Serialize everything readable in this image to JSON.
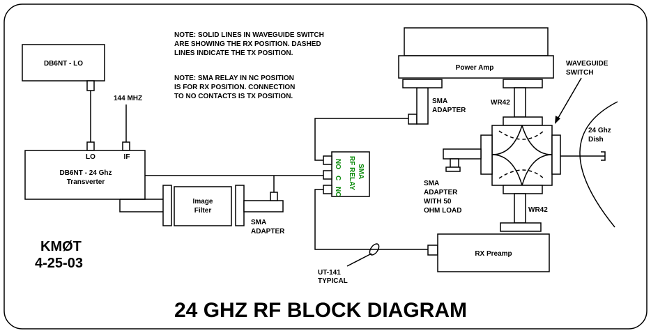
{
  "notes": {
    "waveguide": [
      "NOTE: SOLID LINES IN WAVEGUIDE SWITCH",
      "ARE SHOWING THE RX POSITION.  DASHED",
      "LINES INDICATE THE TX POSITION."
    ],
    "relay": [
      "NOTE: SMA RELAY IN NC POSITION",
      "IS FOR RX POSITION.  CONNECTION",
      "TO NO CONTACTS IS TX POSITION."
    ]
  },
  "blocks": {
    "lo": "DB6NT - LO",
    "transverter": [
      "DB6NT - 24 Ghz",
      "Transverter"
    ],
    "image_filter": [
      "Image",
      "Filter"
    ],
    "power_amp": "Power Amp",
    "rx_preamp": "RX Preamp"
  },
  "labels": {
    "if_freq": "144 MHZ",
    "lo_port": "LO",
    "if_port": "IF",
    "sma_adapter_top": [
      "SMA",
      "ADAPTER"
    ],
    "sma_adapter_filter": [
      "SMA",
      "ADAPTER"
    ],
    "sma_adapter_load": [
      "SMA",
      "ADAPTER",
      "WITH 50",
      "OHM LOAD"
    ],
    "wr42_top": "WR42",
    "wr42_bottom": "WR42",
    "waveguide_switch": [
      "WAVEGUIDE",
      "SWITCH"
    ],
    "dish": [
      "24 Ghz",
      "Dish"
    ],
    "cable": [
      "UT-141",
      "TYPICAL"
    ]
  },
  "relay": {
    "title": [
      "SMA",
      "RF RELAY"
    ],
    "ports": [
      "NO",
      "C",
      "NC"
    ]
  },
  "author": {
    "callsign": "KMØT",
    "date": "4-25-03"
  },
  "title": "24 GHZ RF BLOCK DIAGRAM"
}
